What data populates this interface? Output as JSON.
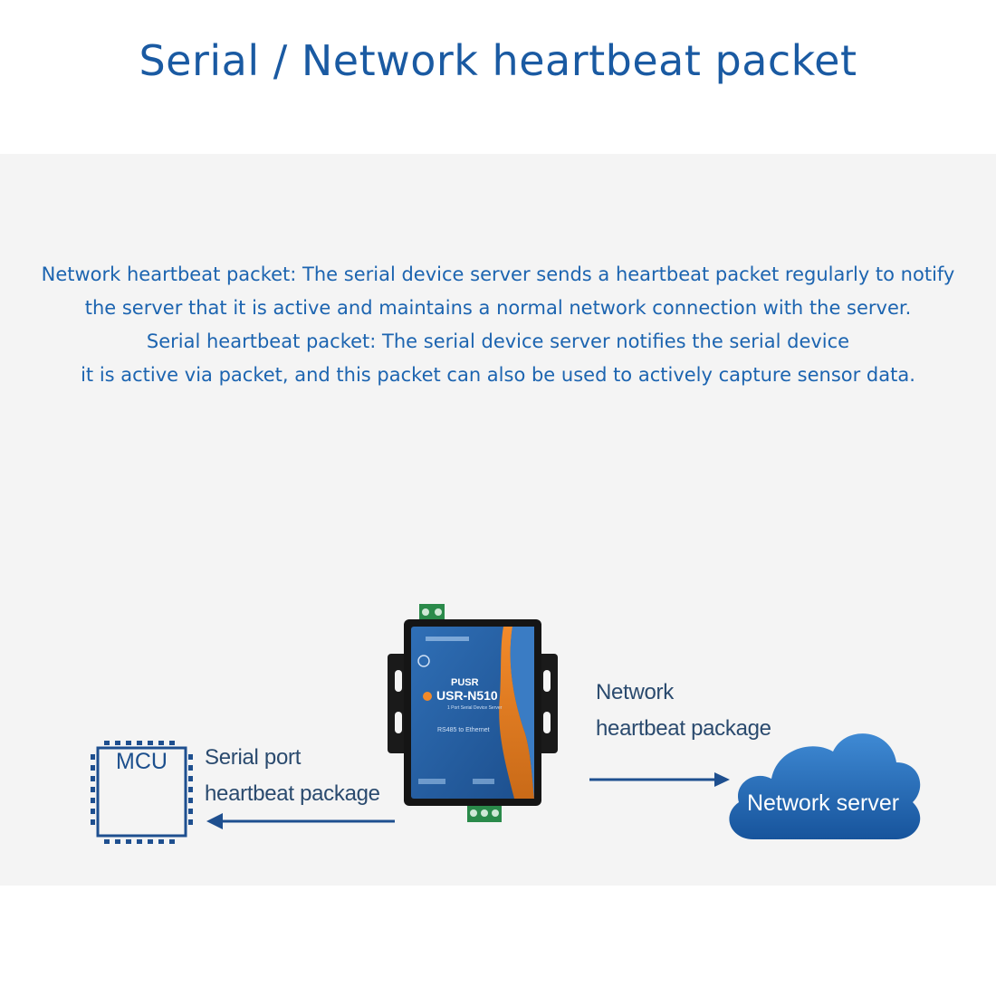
{
  "header": {
    "title": "Serial / Network heartbeat packet"
  },
  "description": [
    "Network heartbeat packet: The serial device server sends a heartbeat packet regularly to notify",
    "the server that it is active and maintains a normal network connection with the server.",
    "Serial heartbeat packet: The serial device server notifies the serial device",
    "it is active via packet, and this packet can also be used to actively capture sensor data."
  ],
  "diagram": {
    "mcu_label": "MCU",
    "serial_label_line1": "Serial port",
    "serial_label_line2": "heartbeat package",
    "network_label_line1": "Network",
    "network_label_line2": "heartbeat package",
    "cloud_label": "Network server",
    "device": {
      "brand": "PUSR",
      "model": "USR-N510",
      "subtitle": "1 Port Serial Device Server",
      "caption": "RS485 to Ethernet"
    }
  },
  "colors": {
    "title": "#1a5aa2",
    "text_blue": "#1c64b0",
    "arrow": "#1e4f8f",
    "cloud": "#1f62ad",
    "panel_bg": "#f4f4f4"
  }
}
